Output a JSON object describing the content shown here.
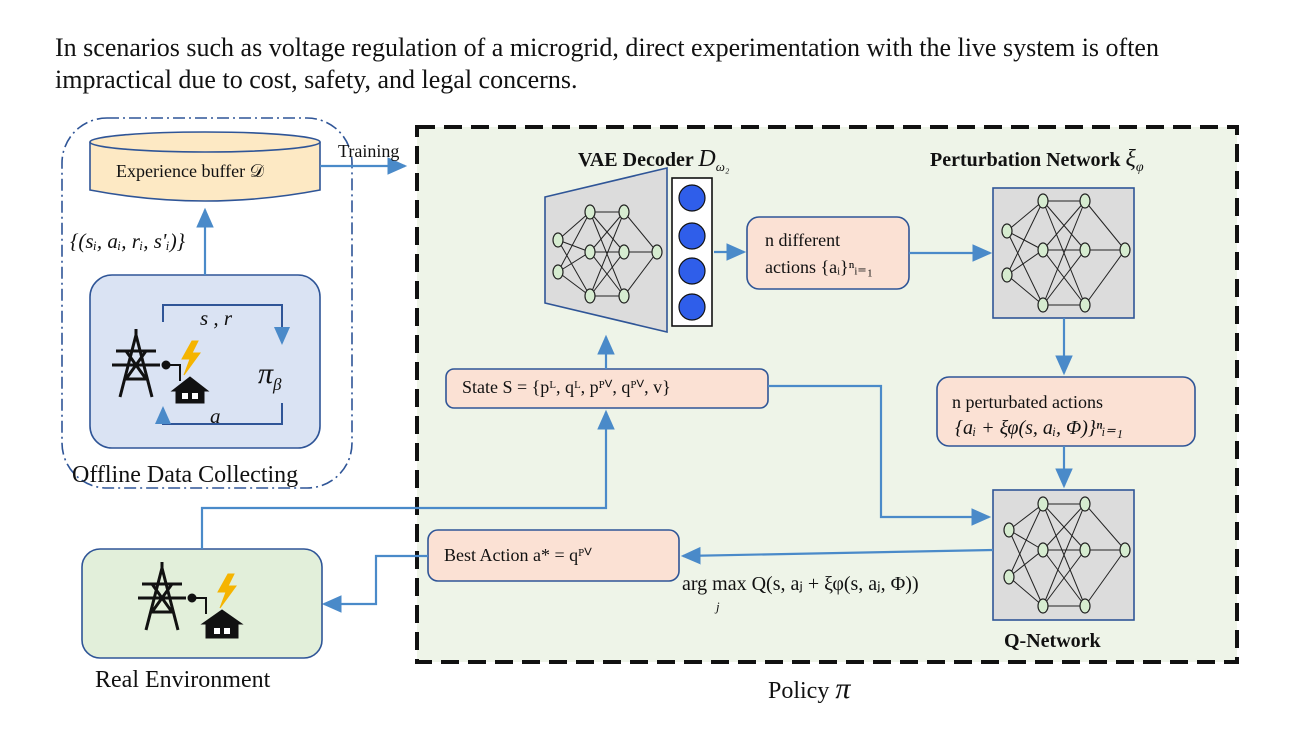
{
  "intro": "In scenarios such as voltage regulation of a microgrid, direct experimentation with the live system is often impractical due to cost, safety, and legal concerns.",
  "offline": {
    "buffer_label": "Experience buffer 𝒟",
    "transition_tuple": "{(sᵢ, aᵢ, rᵢ, s'ᵢ)}",
    "sr_label": "s , r",
    "a_label": "a",
    "pi_label": "π",
    "pi_sub": "β",
    "title": "Offline Data Collecting"
  },
  "training_label": "Training",
  "vae": {
    "title": "VAE Decoder",
    "symbol": "D",
    "sub": "ω₂"
  },
  "n_actions": {
    "line1": "n  different",
    "line2": "actions {aᵢ}ⁿᵢ₌₁"
  },
  "perturbation": {
    "title": "Perturbation Network",
    "symbol": "ξ",
    "sub": "φ"
  },
  "perturbated": {
    "line1": "n  perturbated actions",
    "line2": "{aᵢ + ξφ(s, aᵢ, Φ)}ⁿᵢ₌₁"
  },
  "state": {
    "label": "State  S = {pᴸ, qᴸ, pᴾⱽ, qᴾⱽ, v}"
  },
  "best_action": {
    "label": "Best Action  a* = qᴾⱽ"
  },
  "argmax": {
    "text": "arg max  Q(s, aⱼ + ξφ(s, aⱼ, Φ))",
    "sub": "j"
  },
  "qnetwork": {
    "title": "Q-Network"
  },
  "real_env": {
    "title": "Real Environment"
  },
  "policy": {
    "label": "Policy",
    "symbol": "π"
  },
  "colors": {
    "arrow": "#4a8ac9",
    "frame_blue": "#2f5597",
    "buffer_fill": "#fde9c4",
    "collector_fill": "#dae3f3",
    "policy_fill": "#eef4e8",
    "pink_fill": "#fbe1d4",
    "pink_stroke": "#2f5597",
    "net_fill": "#dcdcdc",
    "node_fill": "#d6ecd0",
    "vae_node": "#2f5eea",
    "real_env_fill": "#e2efda"
  }
}
